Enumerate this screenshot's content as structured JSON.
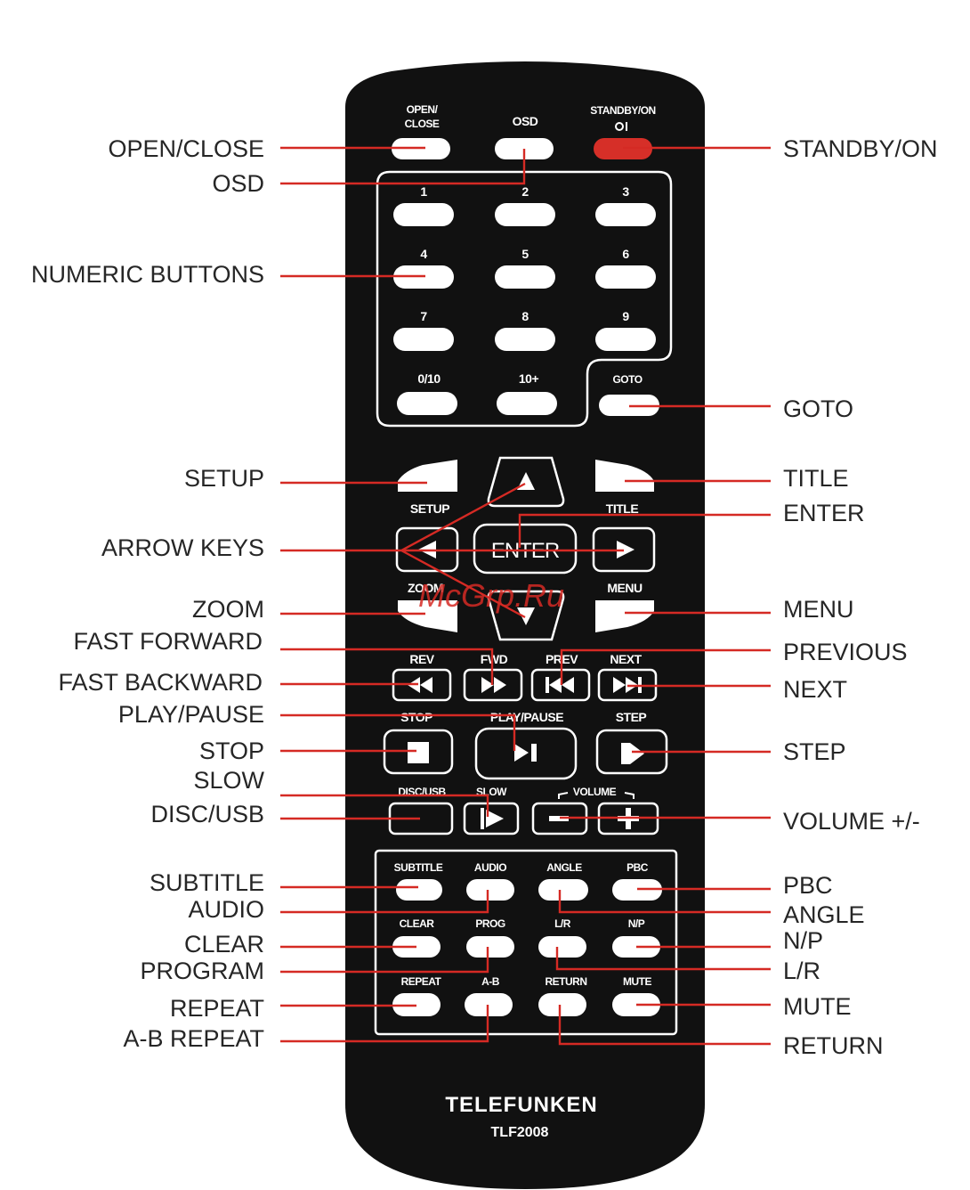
{
  "colors": {
    "remote_body": "#111111",
    "button": "#ffffff",
    "standby_button": "#d62f28",
    "leader_line": "#d52a24",
    "callout_text": "#262626"
  },
  "remote": {
    "brand": "TELEFUNKEN",
    "model": "TLF2008",
    "watermark": "McGrp.Ru",
    "labels": {
      "open_close_1": "OPEN/",
      "open_close_2": "CLOSE",
      "osd": "OSD",
      "standby": "STANDBY/ON",
      "num1": "1",
      "num2": "2",
      "num3": "3",
      "num4": "4",
      "num5": "5",
      "num6": "6",
      "num7": "7",
      "num8": "8",
      "num9": "9",
      "num0_10": "0/10",
      "num10plus": "10+",
      "goto": "GOTO",
      "setup": "SETUP",
      "title": "TITLE",
      "enter": "ENTER",
      "zoom": "ZOOM",
      "menu": "MENU",
      "rev": "REV",
      "fwd": "FWD",
      "prev": "PREV",
      "next": "NEXT",
      "stop": "STOP",
      "play_pause": "PLAY/PAUSE",
      "step": "STEP",
      "disc_usb": "DISC/USB",
      "slow": "SLOW",
      "volume": "VOLUME",
      "subtitle": "SUBTITLE",
      "audio": "AUDIO",
      "angle": "ANGLE",
      "pbc": "PBC",
      "clear": "CLEAR",
      "prog": "PROG",
      "lr": "L/R",
      "np": "N/P",
      "repeat": "REPEAT",
      "ab": "A-B",
      "return": "RETURN",
      "mute": "MUTE"
    }
  },
  "callouts_left": {
    "open_close": "OPEN/CLOSE",
    "osd": "OSD",
    "numeric": "NUMERIC BUTTONS",
    "setup": "SETUP",
    "arrow_keys": "ARROW KEYS",
    "zoom": "ZOOM",
    "fast_forward": "FAST FORWARD",
    "fast_backward": "FAST BACKWARD",
    "play_pause": "PLAY/PAUSE",
    "stop": "STOP",
    "slow": "SLOW",
    "disc_usb": "DISC/USB",
    "subtitle": "SUBTITLE",
    "audio": "AUDIO",
    "clear": "CLEAR",
    "program": "PROGRAM",
    "repeat": "REPEAT",
    "ab_repeat": "A-B REPEAT"
  },
  "callouts_right": {
    "standby": "STANDBY/ON",
    "goto": "GOTO",
    "title": "TITLE",
    "enter": "ENTER",
    "menu": "MENU",
    "previous": "PREVIOUS",
    "next": "NEXT",
    "step": "STEP",
    "volume": "VOLUME +/-",
    "pbc": "PBC",
    "angle": "ANGLE",
    "np": "N/P",
    "lr": "L/R",
    "mute": "MUTE",
    "return": "RETURN"
  }
}
